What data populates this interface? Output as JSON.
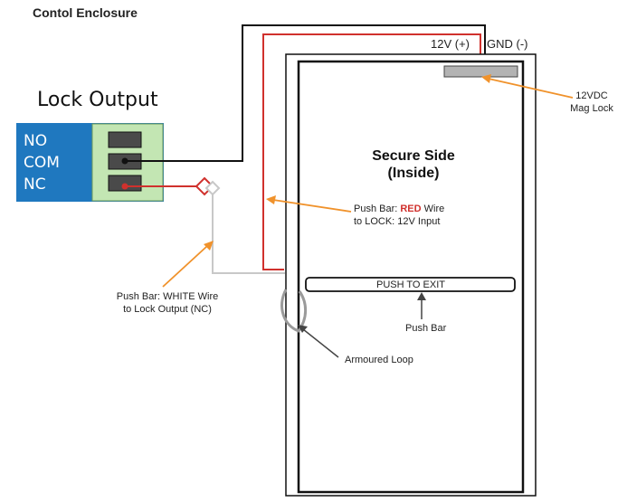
{
  "title": "Contol Enclosure",
  "lock_output": {
    "heading": "Lock Output",
    "terminals": [
      "NO",
      "COM",
      "NC"
    ]
  },
  "supply": {
    "v12": "12V (+)",
    "gnd": "GND (-)"
  },
  "mag_lock": {
    "line1": "12VDC",
    "line2": "Mag Lock"
  },
  "secure_side": {
    "line1": "Secure Side",
    "line2": "(Inside)"
  },
  "red_wire_note": {
    "prefix": "Push Bar: ",
    "highlight": "RED",
    "suffix": " Wire",
    "line2": "to LOCK: 12V Input"
  },
  "push_to_exit": "PUSH TO EXIT",
  "push_bar_label": "Push Bar",
  "white_wire_note": {
    "line1": "Push Bar: WHITE Wire",
    "line2": "to Lock Output (NC)"
  },
  "armoured_loop": "Armoured Loop",
  "colors": {
    "panel_blue": "#1f78bf",
    "terminal_green": "#c3e6b3",
    "red_wire": "#d0312d",
    "black_wire": "#111111",
    "white_wire": "#c8c8c8",
    "arrow_orange": "#f0922b",
    "mag_lock_gray": "#b3b3b3"
  }
}
